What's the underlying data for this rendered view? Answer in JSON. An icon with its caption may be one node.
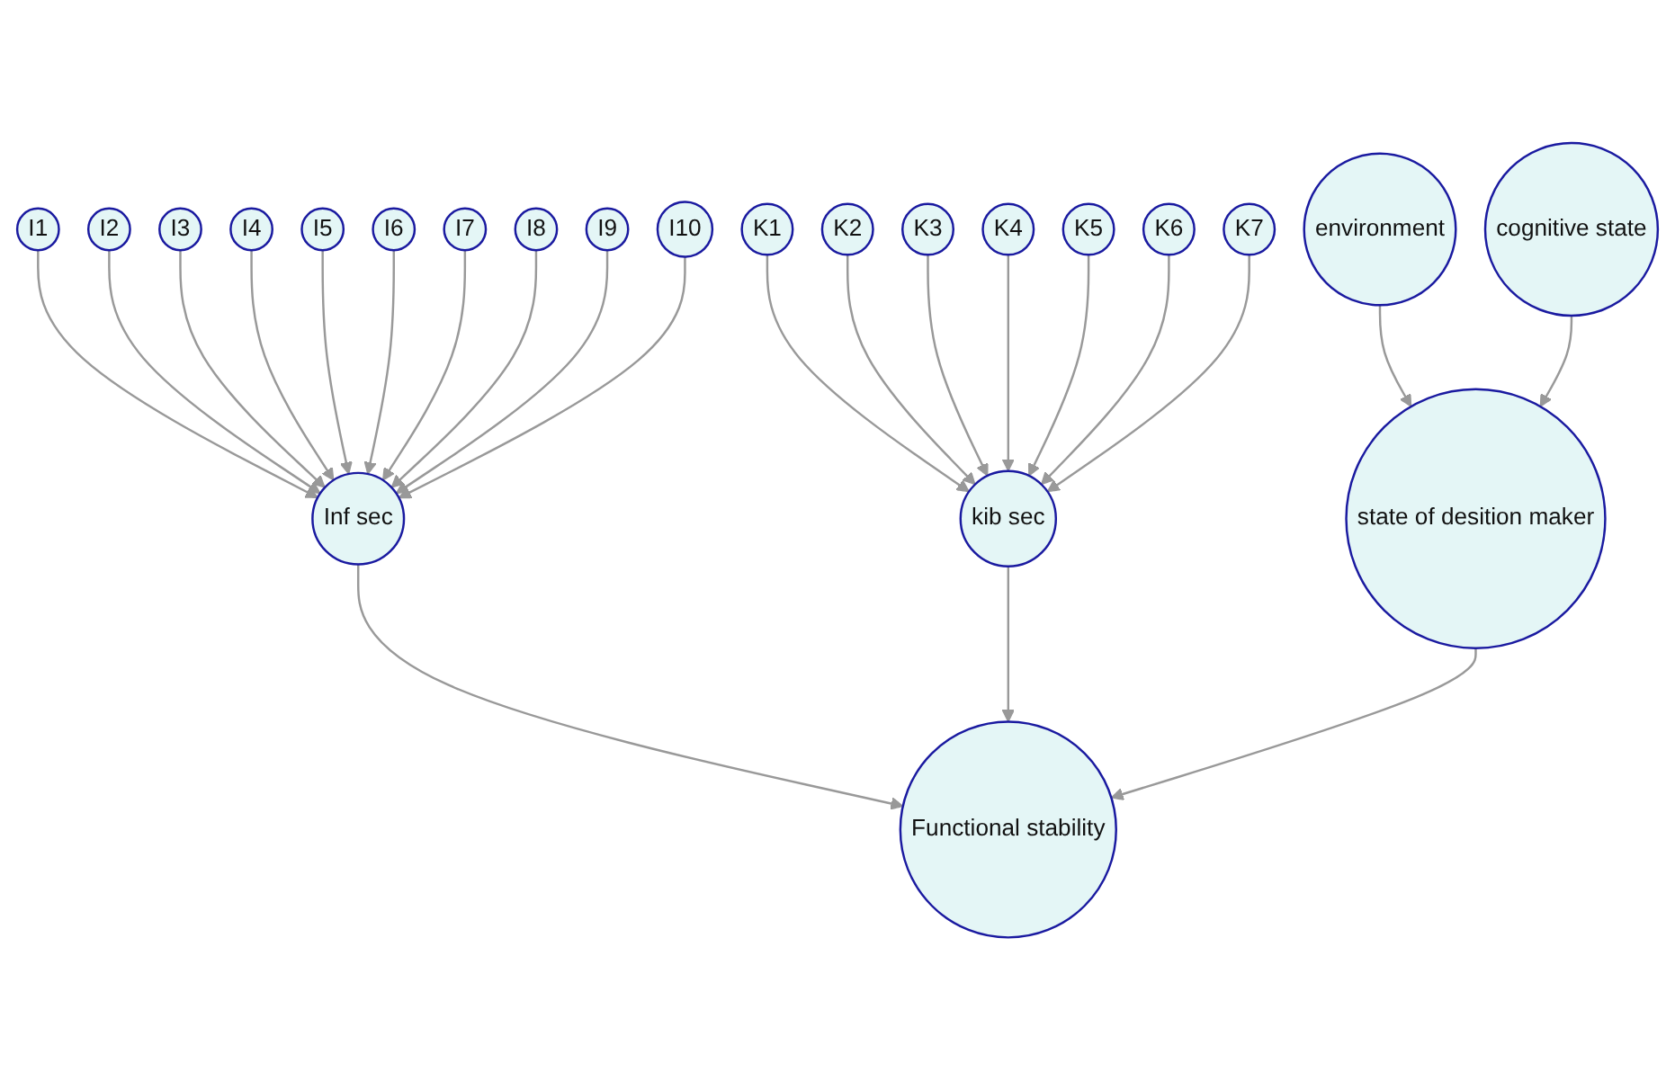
{
  "diagram": {
    "nodes": [
      {
        "text": [
          "I7"
        ]
      },
      {
        "text": [
          "I8"
        ]
      },
      {
        "text": [
          "I9"
        ]
      },
      {
        "text": [
          "I10"
        ]
      },
      {
        "text": [
          "K1"
        ]
      },
      {
        "text": [
          "K2"
        ]
      },
      {
        "text": [
          "K3"
        ]
      },
      {
        "text": [
          "K4"
        ]
      },
      {
        "text": [
          "I6"
        ]
      },
      {
        "text": [
          "K5"
        ]
      },
      {
        "text": [
          "I5"
        ]
      },
      {
        "text": [
          "Inf sec"
        ]
      },
      {
        "text": [
          "kib sec"
        ]
      },
      {
        "text": [
          "K6"
        ]
      },
      {
        "text": [
          "I3"
        ]
      },
      {
        "text": [
          "K7"
        ]
      },
      {
        "text": [
          "I4"
        ]
      },
      {
        "text": [
          "state of desition maker"
        ]
      },
      {
        "text": [
          "environment"
        ]
      },
      {
        "text": [
          "I2"
        ]
      },
      {
        "text": [
          "I1"
        ]
      },
      {
        "text": [
          "Functional stability"
        ]
      },
      {
        "text": [
          "cognitive state"
        ]
      }
    ],
    "edges": [
      {
        "from": 20,
        "to": 11,
        "arrow": "to"
      },
      {
        "from": 19,
        "to": 11,
        "arrow": "to"
      },
      {
        "from": 14,
        "to": 11,
        "arrow": "to"
      },
      {
        "from": 16,
        "to": 11,
        "arrow": "to"
      },
      {
        "from": 10,
        "to": 11,
        "arrow": "to"
      },
      {
        "from": 8,
        "to": 11,
        "arrow": "to"
      },
      {
        "from": 0,
        "to": 11,
        "arrow": "to"
      },
      {
        "from": 1,
        "to": 11,
        "arrow": "to"
      },
      {
        "from": 2,
        "to": 11,
        "arrow": "to"
      },
      {
        "from": 3,
        "to": 11,
        "arrow": "to"
      },
      {
        "from": 4,
        "to": 12,
        "arrow": "to"
      },
      {
        "from": 5,
        "to": 12,
        "arrow": "to"
      },
      {
        "from": 6,
        "to": 12,
        "arrow": "to"
      },
      {
        "from": 7,
        "to": 12,
        "arrow": "to"
      },
      {
        "from": 9,
        "to": 12,
        "arrow": "to"
      },
      {
        "from": 13,
        "to": 12,
        "arrow": "to"
      },
      {
        "from": 15,
        "to": 12,
        "arrow": "to"
      },
      {
        "from": 11,
        "to": 21,
        "arrow": "to"
      },
      {
        "from": 12,
        "to": 21,
        "arrow": "to"
      },
      {
        "from": 18,
        "to": 17,
        "arrow": "to"
      },
      {
        "from": 22,
        "to": 17,
        "arrow": "to"
      },
      {
        "from": 17,
        "to": 21,
        "arrow": "to"
      }
    ]
  }
}
